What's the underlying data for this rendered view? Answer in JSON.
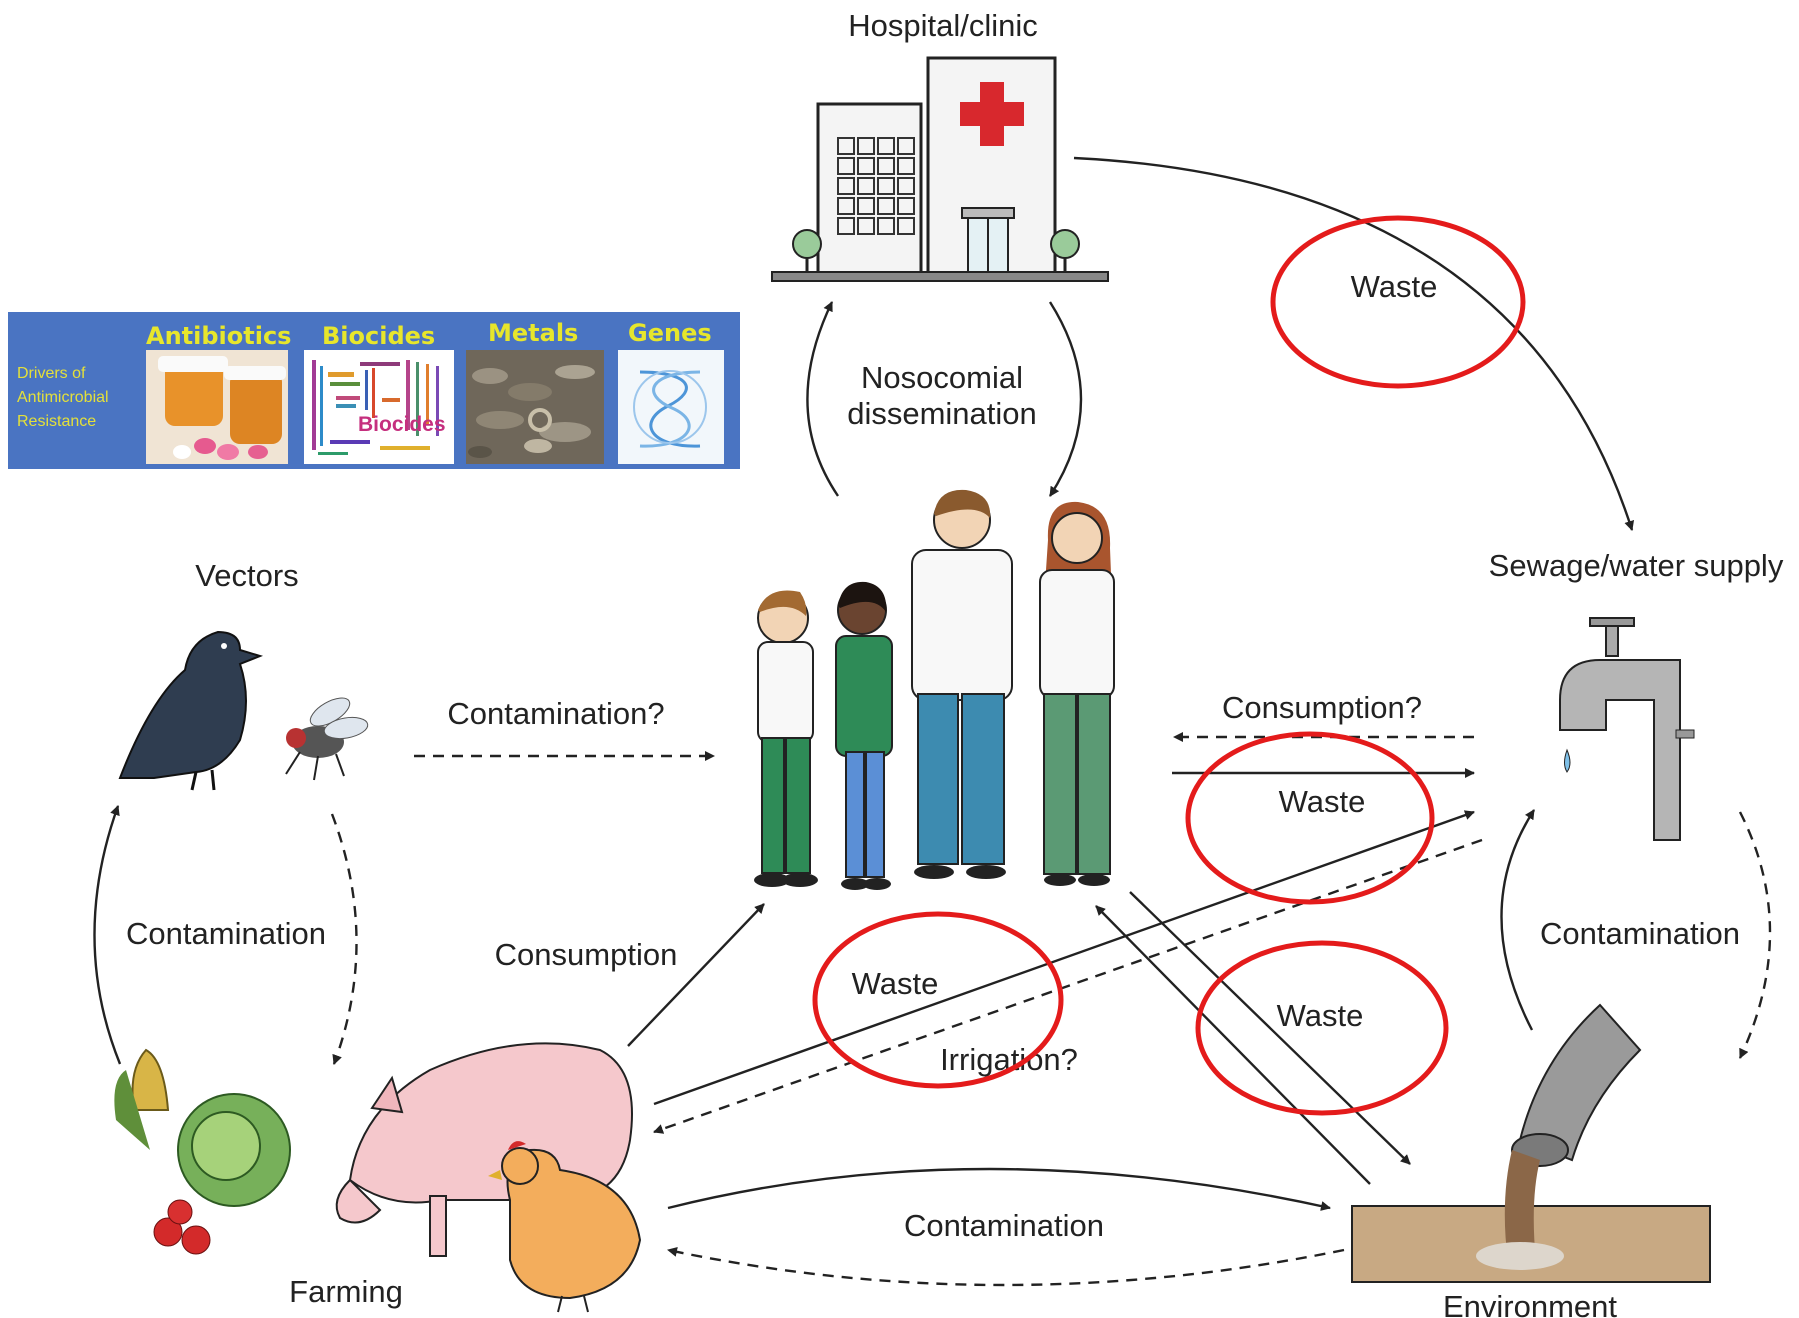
{
  "nodes": {
    "hospital": "Hospital/clinic",
    "vectors": "Vectors",
    "sewage": "Sewage/water supply",
    "farming": "Farming",
    "environment": "Environment"
  },
  "edges": {
    "nosocomial_line1": "Nosocomial",
    "nosocomial_line2": "dissemination",
    "waste_hospital": "Waste",
    "contamination_vectors_people": "Contamination?",
    "consumption_water": "Consumption?",
    "waste_people_water": "Waste",
    "contamination_vectors_farming": "Contamination",
    "consumption_farming": "Consumption",
    "waste_farming": "Waste",
    "irrigation": "Irrigation?",
    "waste_people_env": "Waste",
    "contamination_water_env": "Contamination",
    "contamination_farming_env": "Contamination"
  },
  "banner": {
    "side_line1": "Drivers of",
    "side_line2": "Antimicrobial",
    "side_line3": "Resistance",
    "antibiotics": "Antibiotics",
    "biocides": "Biocides",
    "biocides_word": "Biocides",
    "metals": "Metals",
    "genes": "Genes"
  },
  "colors": {
    "banner_bg": "#4a74c2",
    "banner_text": "#e7e62c",
    "highlight_circle": "#e41b1b",
    "hospital_cross": "#d8282d",
    "arrow": "#222222"
  }
}
